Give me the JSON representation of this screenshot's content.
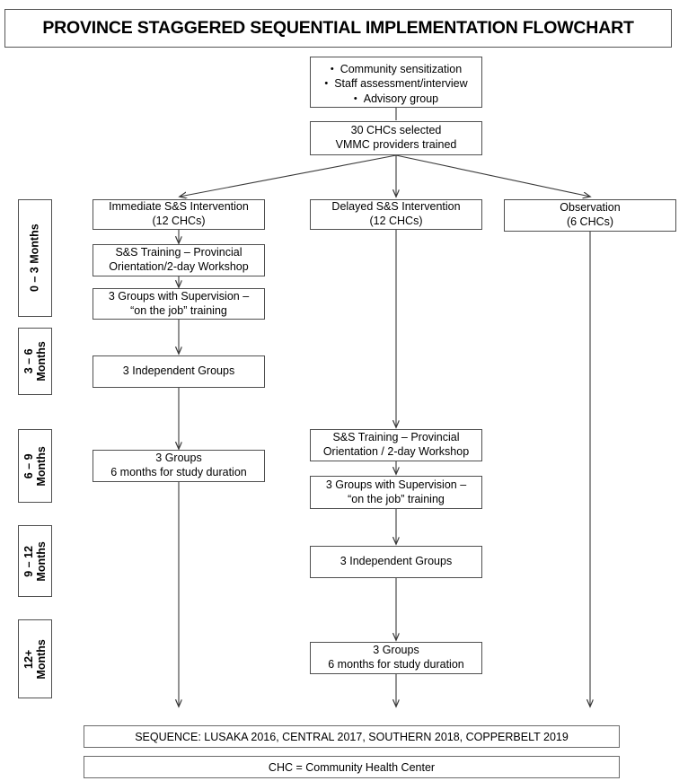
{
  "title": "PROVINCE STAGGERED SEQUENTIAL IMPLEMENTATION FLOWCHART",
  "intro": {
    "bullets": [
      "Community sensitization",
      "Staff assessment/interview",
      "Advisory group"
    ]
  },
  "selection": {
    "line1": "30 CHCs selected",
    "line2": "VMMC providers trained"
  },
  "arms": {
    "immediate": {
      "line1": "Immediate S&S Intervention",
      "line2": "(12 CHCs)"
    },
    "delayed": {
      "line1": "Delayed S&S Intervention",
      "line2": "(12 CHCs)"
    },
    "observation": {
      "line1": "Observation",
      "line2": "(6 CHCs)"
    }
  },
  "immediate_steps": {
    "training": {
      "line1": "S&S Training – Provincial",
      "line2": "Orientation/2-day Workshop"
    },
    "supervision": {
      "line1": "3 Groups with Supervision –",
      "line2": "“on the job” training"
    },
    "independent": {
      "line1": "3 Independent Groups"
    },
    "study": {
      "line1": "3 Groups",
      "line2": "6 months for study duration"
    }
  },
  "delayed_steps": {
    "training": {
      "line1": "S&S Training – Provincial",
      "line2": "Orientation / 2-day Workshop"
    },
    "supervision": {
      "line1": "3 Groups with Supervision –",
      "line2": "“on the job” training"
    },
    "independent": {
      "line1": "3 Independent Groups"
    },
    "study": {
      "line1": "3 Groups",
      "line2": "6 months for study duration"
    }
  },
  "timeline": [
    {
      "line1": "0 – 3 Months",
      "line2": ""
    },
    {
      "line1": "3 – 6",
      "line2": "Months"
    },
    {
      "line1": "6 – 9",
      "line2": "Months"
    },
    {
      "line1": "9 – 12",
      "line2": "Months"
    },
    {
      "line1": "12+",
      "line2": "Months"
    }
  ],
  "footer": {
    "sequence": "SEQUENCE: LUSAKA 2016, CENTRAL 2017, SOUTHERN 2018, COPPERBELT 2019",
    "legend": "CHC = Community Health Center"
  },
  "colors": {
    "box_border": "#4f4f4f",
    "title_border": "#555555",
    "connector": "#3a3a3a",
    "background": "#ffffff",
    "text": "#000000"
  }
}
